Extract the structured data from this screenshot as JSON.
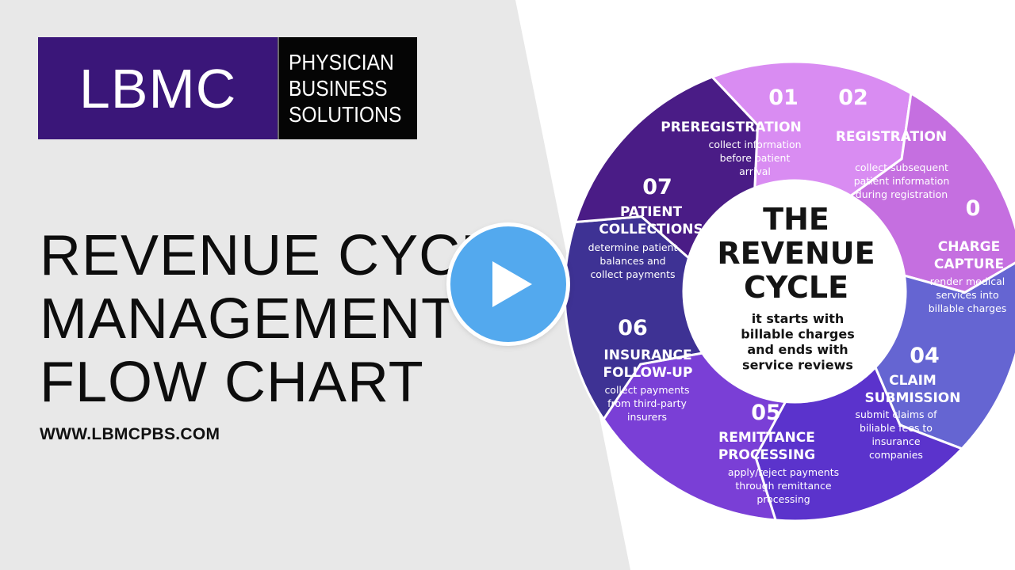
{
  "logo": {
    "mark": "LBMC",
    "lines": [
      "PHYSICIAN",
      "BUSINESS",
      "SOLUTIONS"
    ],
    "mark_bg": "#3a1679",
    "text_bg": "#050505"
  },
  "headline": [
    "REVENUE CYCLE",
    "MANAGEMENT",
    "FLOW CHART"
  ],
  "website": "WWW.LBMCPBS.COM",
  "center": {
    "title": [
      "THE",
      "REVENUE",
      "CYCLE"
    ],
    "subtitle": [
      "it starts with",
      "billable charges",
      "and ends with",
      "service reviews"
    ]
  },
  "steps": [
    {
      "num": "01",
      "title": [
        "PREREGISTRATION"
      ],
      "desc": [
        "collect information",
        "before patient",
        "arrival"
      ],
      "color": "#d98cf2"
    },
    {
      "num": "02",
      "title": [
        "REGISTRATION"
      ],
      "desc": [
        "collect subsequent",
        "patient information",
        "during registration"
      ],
      "color": "#c56fe0"
    },
    {
      "num": "0",
      "title": [
        "CHARGE",
        "CAPTURE"
      ],
      "desc": [
        "render medical",
        "services into",
        "billable charges"
      ],
      "color": "#6565d2"
    },
    {
      "num": "04",
      "title": [
        "CLAIM",
        "SUBMISSION"
      ],
      "desc": [
        "submit claims of",
        "biliable fees to",
        "insurance",
        "companies"
      ],
      "color": "#5b33cc"
    },
    {
      "num": "05",
      "title": [
        "REMITTANCE",
        "PROCESSING"
      ],
      "desc": [
        "apply/reject payments",
        "through remittance",
        "processing"
      ],
      "color": "#7a3fd6"
    },
    {
      "num": "06",
      "title": [
        "INSURANCE",
        "FOLLOW-UP"
      ],
      "desc": [
        "collect payments",
        "from third-party",
        "insurers"
      ],
      "color": "#3e3294"
    },
    {
      "num": "07",
      "title": [
        "PATIENT",
        "COLLECTIONS"
      ],
      "desc": [
        "determine patient",
        "balances and",
        "collect payments"
      ],
      "color": "#4a1c86"
    }
  ],
  "play_button": {
    "icon": "play-icon",
    "color": "#53a9ee"
  }
}
